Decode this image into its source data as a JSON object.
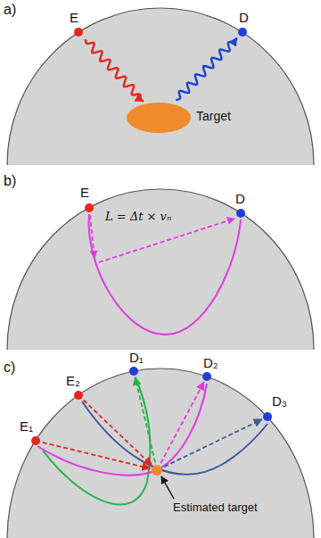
{
  "diagram": {
    "nodes": [
      {
        "text": [
          "E"
        ]
      },
      {
        "text": [
          "D"
        ]
      },
      {
        "text": [
          "Target"
        ]
      },
      {
        "text": [
          "E"
        ]
      },
      {
        "text": [
          "D"
        ]
      },
      {
        "text": [
          "E₁"
        ]
      },
      {
        "text": [
          "E₂"
        ]
      },
      {
        "text": [
          "D₁"
        ]
      },
      {
        "text": [
          "D₂"
        ]
      },
      {
        "text": [
          "D₃"
        ]
      },
      {
        "text": [
          "Estimated target"
        ]
      }
    ],
    "edges": [
      {
        "from": 0,
        "to": 2,
        "arrow": "to"
      },
      {
        "from": 2,
        "to": 1,
        "arrow": "to"
      },
      {
        "from": 5,
        "to": 10,
        "arrow": "to"
      },
      {
        "from": 6,
        "to": 10,
        "arrow": "to"
      },
      {
        "from": 10,
        "to": 7,
        "arrow": "to"
      },
      {
        "from": 10,
        "to": 8,
        "arrow": "to"
      },
      {
        "from": 10,
        "to": 9,
        "arrow": "to"
      }
    ],
    "labels": [
      "a)",
      "b)",
      "c)",
      "L = Δt × vₙ"
    ]
  }
}
